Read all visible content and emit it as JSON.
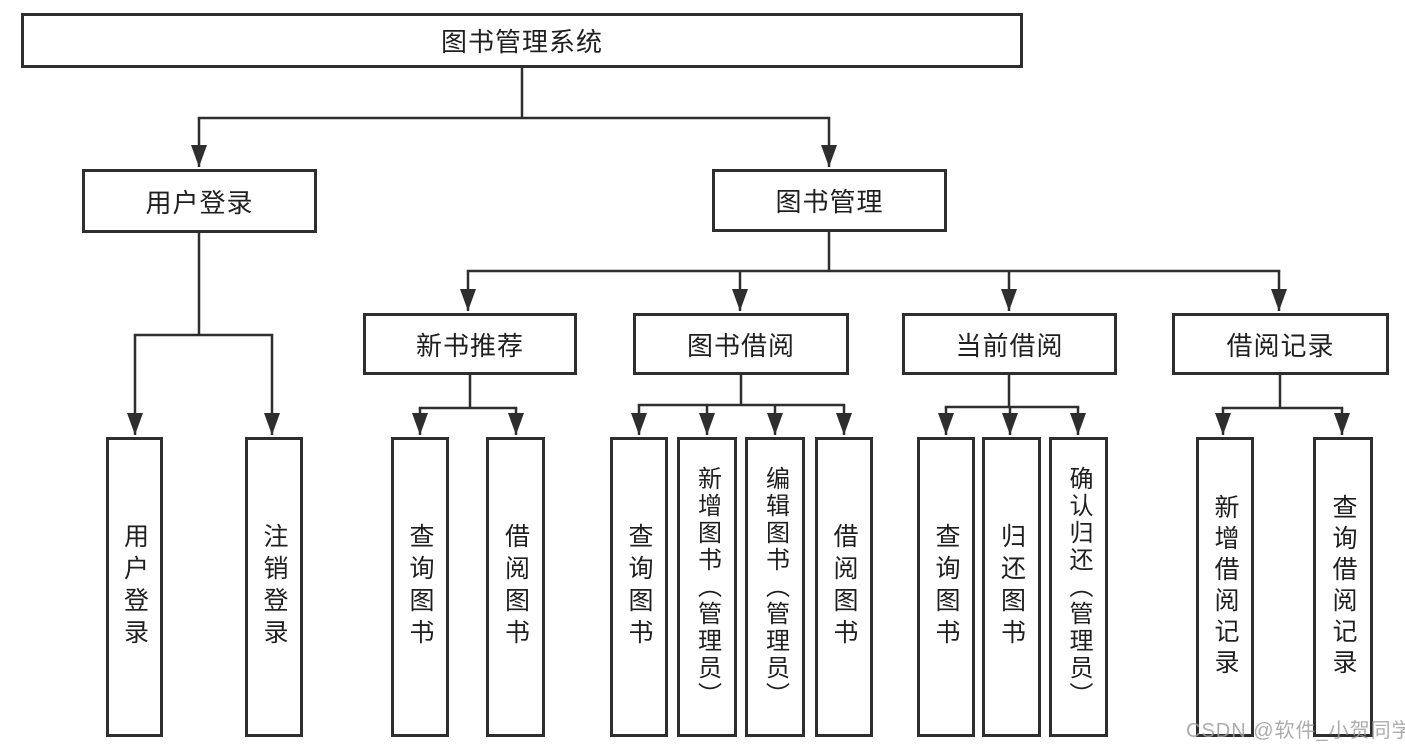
{
  "tree": {
    "root": {
      "label": "图书管理系统",
      "children": [
        {
          "label": "用户登录",
          "children": [
            {
              "label": "用户登录"
            },
            {
              "label": "注销登录"
            }
          ]
        },
        {
          "label": "图书管理",
          "children": [
            {
              "label": "新书推荐",
              "children": [
                {
                  "label": "查询图书"
                },
                {
                  "label": "借阅图书"
                }
              ]
            },
            {
              "label": "图书借阅",
              "children": [
                {
                  "label": "查询图书"
                },
                {
                  "label": "新增图书（管理员）"
                },
                {
                  "label": "编辑图书（管理员）"
                },
                {
                  "label": "借阅图书"
                }
              ]
            },
            {
              "label": "当前借阅",
              "children": [
                {
                  "label": "查询图书"
                },
                {
                  "label": "归还图书"
                },
                {
                  "label": "确认归还（管理员）"
                }
              ]
            },
            {
              "label": "借阅记录",
              "children": [
                {
                  "label": "新增借阅记录"
                },
                {
                  "label": "查询借阅记录"
                }
              ]
            }
          ]
        }
      ]
    }
  },
  "watermark": {
    "text": "CSDN @软件_小贺同学"
  },
  "colors": {
    "line": "#2e2e2e",
    "box_border": "#2e2e2e",
    "text": "#1f1f1f",
    "background": "#ffffff",
    "watermark": "#9e9e9e"
  }
}
